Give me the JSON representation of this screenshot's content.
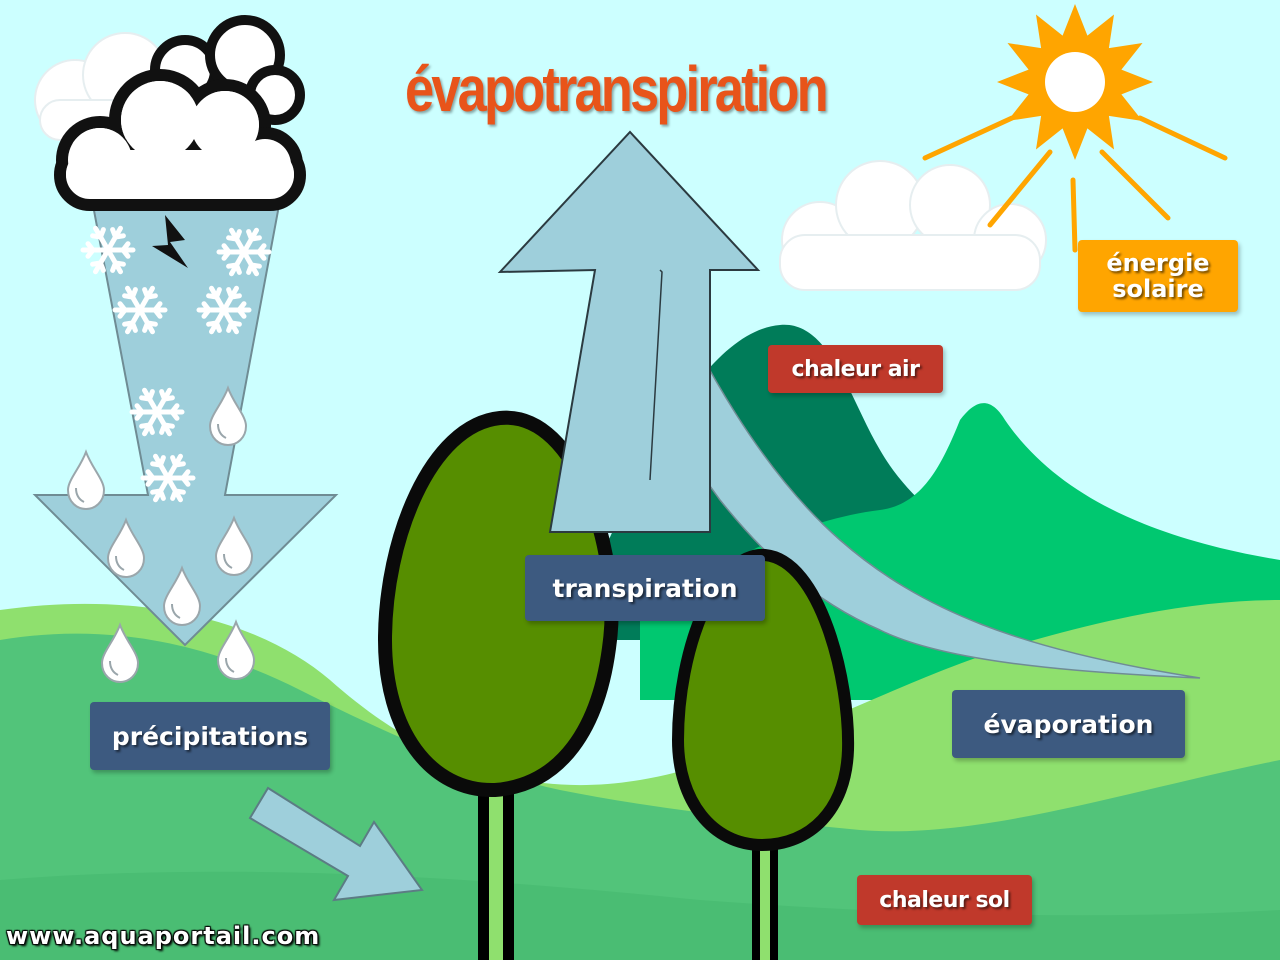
{
  "title": "évapotranspiration",
  "labels": {
    "solar_line1": "énergie",
    "solar_line2": "solaire",
    "air_heat": "chaleur air",
    "transpiration": "transpiration",
    "precipitation": "précipitations",
    "evaporation": "évaporation",
    "soil_heat": "chaleur sol"
  },
  "watermark": "www.aquaportail.com",
  "colors": {
    "sky": "#ccffff",
    "arrow_fill": "#9ecfdb",
    "tree_green": "#568e00",
    "orange_accent": "#ffa500",
    "label_blue": "#3d5a80",
    "label_red": "#c0392b",
    "title_orange": "#e8541a"
  },
  "icons": [
    "cloud-icon",
    "lightning-icon",
    "snowflake-icon",
    "raindrop-icon",
    "sun-icon",
    "tree-icon"
  ]
}
